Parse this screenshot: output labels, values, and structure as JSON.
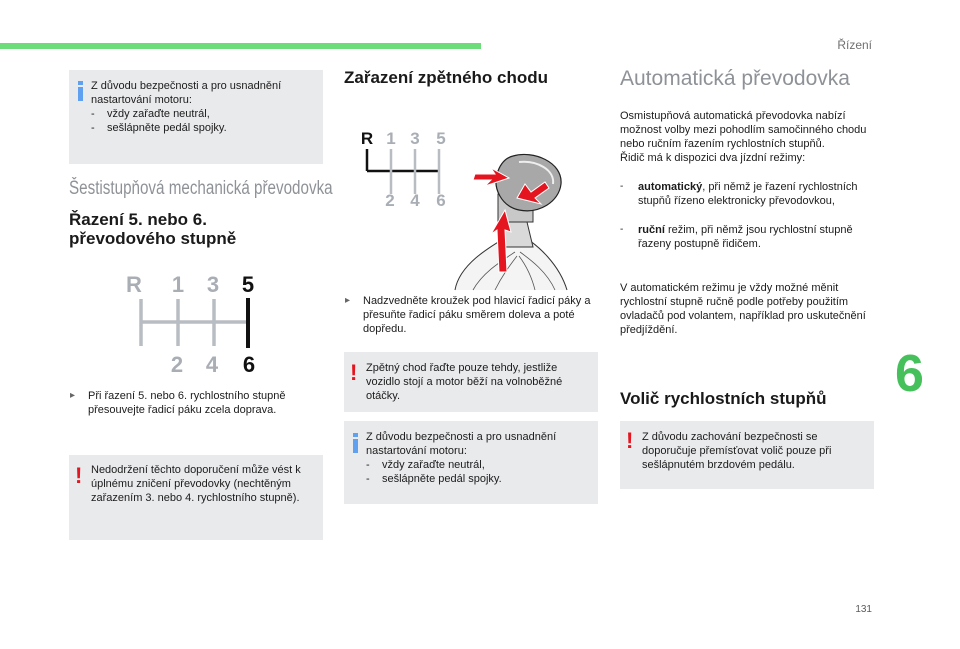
{
  "header": {
    "section": "Řízení"
  },
  "chapter": "6",
  "page_number": "131",
  "left": {
    "info_box": {
      "intro": "Z důvodu bezpečnosti a pro usnadnění nastartování motoru:",
      "item1": "vždy zařaďte neutrál,",
      "item2": "sešlápněte pedál spojky."
    },
    "manual_title": "Šestistupňová mechanická převodovka",
    "shift_title_line1": "Řazení 5. nebo 6.",
    "shift_title_line2": "převodového stupně",
    "gear_diagram": {
      "top": [
        "R",
        "1",
        "3",
        "5"
      ],
      "bottom": [
        "2",
        "4",
        "6"
      ]
    },
    "step": "Při řazení 5. nebo 6. rychlostního stupně přesouvejte řadicí páku zcela doprava.",
    "warning_box": "Nedodržení těchto doporučení může vést k úplnému zničení převodovky (nechtěným zařazením 3. nebo 4. rychlostního stupně)."
  },
  "middle": {
    "title": "Zařazení zpětného chodu",
    "gear_diagram": {
      "top": [
        "R",
        "1",
        "3",
        "5"
      ],
      "bottom": [
        "2",
        "4",
        "6"
      ]
    },
    "step": "Nadzvedněte kroužek pod hlavicí řadicí páky a přesuňte řadicí páku směrem doleva a poté dopředu.",
    "warning_box": "Zpětný chod řaďte pouze tehdy, jestliže vozidlo stojí a motor běží na volnoběžné otáčky.",
    "info_box": {
      "intro": "Z důvodu bezpečnosti a pro usnadnění nastartování motoru:",
      "item1": "vždy zařaďte neutrál,",
      "item2": "sešlápněte pedál spojky."
    }
  },
  "right": {
    "title": "Automatická převodovka",
    "p1": "Osmistupňová automatická převodovka nabízí možnost volby mezi pohodlím samočinného chodu nebo ručním řazením rychlostních stupňů.",
    "p2": "Řidič má k dispozici dva jízdní režimy:",
    "mode1_name": "automatický",
    "mode1_text": ", při němž je řazení rychlostních stupňů řízeno elektronicky převodovkou,",
    "mode2_name": "ruční",
    "mode2_text": " režim, při němž jsou rychlostní stupně řazeny postupně řidičem.",
    "p3": "V automatickém režimu je vždy možné měnit rychlostní stupně ručně podle potřeby použitím ovladačů pod volantem, například pro uskutečnění předjíždění.",
    "selector_title": "Volič rychlostních stupňů",
    "warning_box": "Z důvodu zachování bezpečnosti se doporučuje přemísťovat volič pouze při sešlápnutém brzdovém pedálu."
  },
  "colors": {
    "accent_green": "#46c05a",
    "warning_red": "#e4151f",
    "info_blue": "#5fa0f0",
    "box_grey": "#e9eaec"
  }
}
